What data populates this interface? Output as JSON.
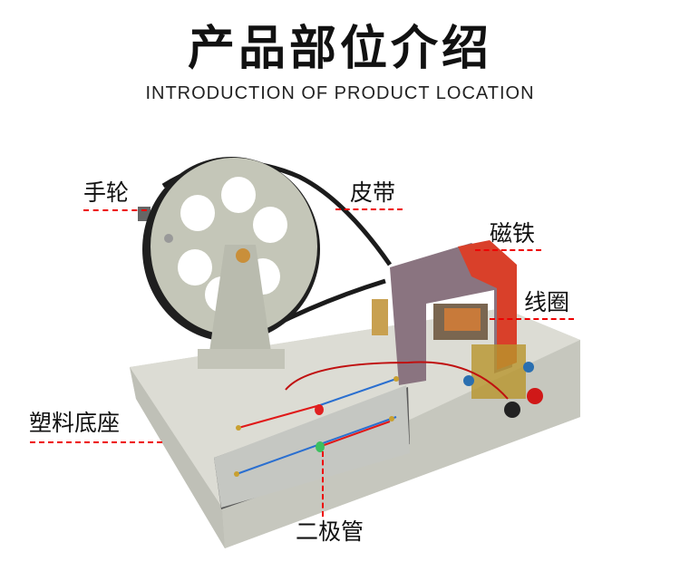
{
  "header": {
    "title": "产品部位介绍",
    "subtitle": "INTRODUCTION OF PRODUCT LOCATION"
  },
  "labels": {
    "hand_wheel": "手轮",
    "belt": "皮带",
    "magnet": "磁铁",
    "coil": "线圈",
    "plastic_base": "塑料底座",
    "diode": "二极管"
  },
  "colors": {
    "leader_line": "#e00000",
    "base": "#cfd0c6",
    "magnet_red": "#d9402a",
    "magnet_purple": "#8a7480"
  }
}
